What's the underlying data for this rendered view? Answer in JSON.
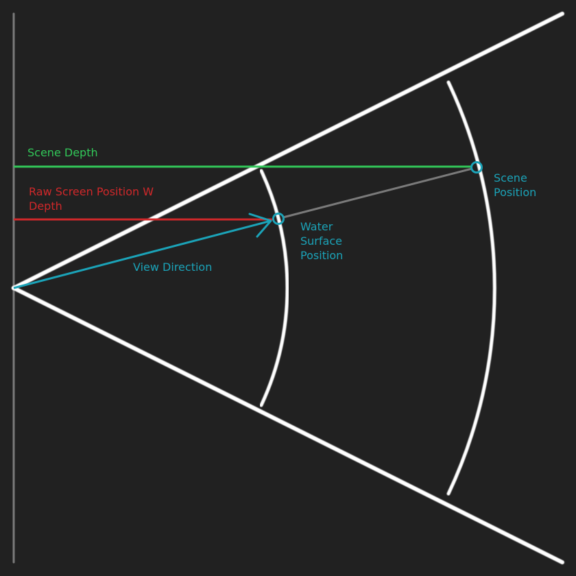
{
  "colors": {
    "background": "#212121",
    "frustum": "#ffffff",
    "near_plane": "#7a7a7a",
    "scene_depth": "#32c859",
    "raw_screen_w_depth": "#d1282a",
    "view_direction": "#1ba3b8",
    "scene_ray": "#7a7a7a"
  },
  "labels": {
    "scene_depth": "Scene Depth",
    "raw_screen_line1": "Raw Screen Position W",
    "raw_screen_line2": "Depth",
    "view_direction": "View Direction",
    "water_line1": "Water",
    "water_line2": "Surface",
    "water_line3": "Position",
    "scene_line1": "Scene",
    "scene_line2": "Position"
  }
}
